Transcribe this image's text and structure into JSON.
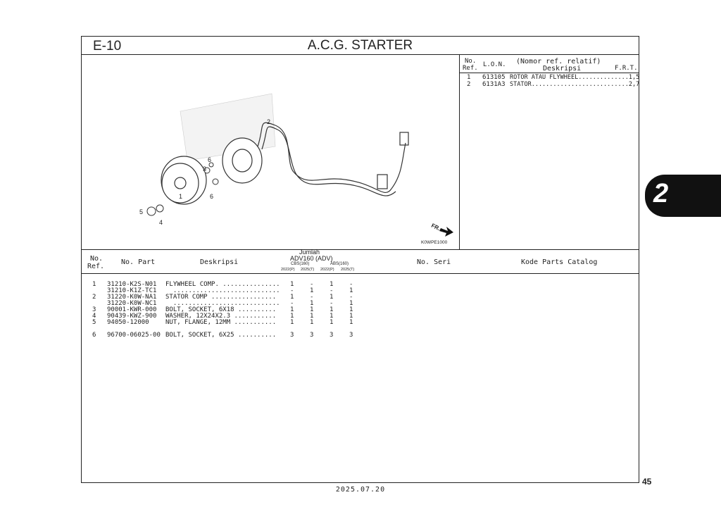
{
  "header": {
    "section_code": "E-10",
    "title": "A.C.G. STARTER"
  },
  "ref_panel": {
    "col_no": "No.",
    "col_ref": "Ref.",
    "col_lon": "L.O.N.",
    "col_note": "(Nomor ref. relatif)",
    "col_desc": "Deskripsi",
    "col_frt": "F.R.T.",
    "rows": [
      {
        "ref": "1",
        "lon": "613105",
        "desc": "ROTOR ATAU FLYWHEEL..............1,5"
      },
      {
        "ref": "2",
        "lon": "6131A3",
        "desc": "STATOR...........................2,7"
      }
    ]
  },
  "diagram": {
    "callouts": [
      "1",
      "2",
      "3",
      "4",
      "5",
      "6",
      "6"
    ],
    "front_label": "FR.",
    "drawing_code": "K0WPE1000"
  },
  "parts_table": {
    "col_no": "No.",
    "col_ref": "Ref.",
    "col_part": "No. Part",
    "col_desc": "Deskripsi",
    "col_qty": "Jumlah",
    "col_model": "ADV160 (ADV)",
    "variants": [
      "CBS(160)",
      "ABS(160)"
    ],
    "years": [
      "2022(P)",
      "2025(T)",
      "2022(P)",
      "2025(T)"
    ],
    "col_serial": "No. Seri",
    "col_catalog": "Kode Parts Catalog",
    "rows": [
      {
        "ref": "1",
        "part": "31210-K2S-N01",
        "desc": "FLYWHEEL COMP. ...............",
        "q": [
          "1",
          "-",
          "1",
          "-"
        ]
      },
      {
        "ref": "",
        "part": "31210-K1Z-TC1",
        "desc": "  ............................",
        "q": [
          "-",
          "1",
          "-",
          "1"
        ]
      },
      {
        "ref": "2",
        "part": "31220-K0W-NA1",
        "desc": "STATOR COMP .................",
        "q": [
          "1",
          "-",
          "1",
          "-"
        ]
      },
      {
        "ref": "",
        "part": "31220-K0W-NC1",
        "desc": "  ............................",
        "q": [
          "-",
          "1",
          "-",
          "1"
        ]
      },
      {
        "ref": "3",
        "part": "90001-KWR-000",
        "desc": "BOLT, SOCKET, 6X18 ..........",
        "q": [
          "1",
          "1",
          "1",
          "1"
        ]
      },
      {
        "ref": "4",
        "part": "90439-KWZ-900",
        "desc": "WASHER, 12X24X2.3 ...........",
        "q": [
          "1",
          "1",
          "1",
          "1"
        ]
      },
      {
        "ref": "5",
        "part": "94050-12000",
        "desc": "NUT, FLANGE, 12MM ...........",
        "q": [
          "1",
          "1",
          "1",
          "1"
        ]
      },
      {
        "ref": "6",
        "part": "96700-06025-00",
        "desc": "BOLT, SOCKET, 6X25 ..........",
        "q": [
          "3",
          "3",
          "3",
          "3"
        ]
      }
    ]
  },
  "side_tab": "2",
  "page_number": "45",
  "footer_date": "2025.07.20"
}
